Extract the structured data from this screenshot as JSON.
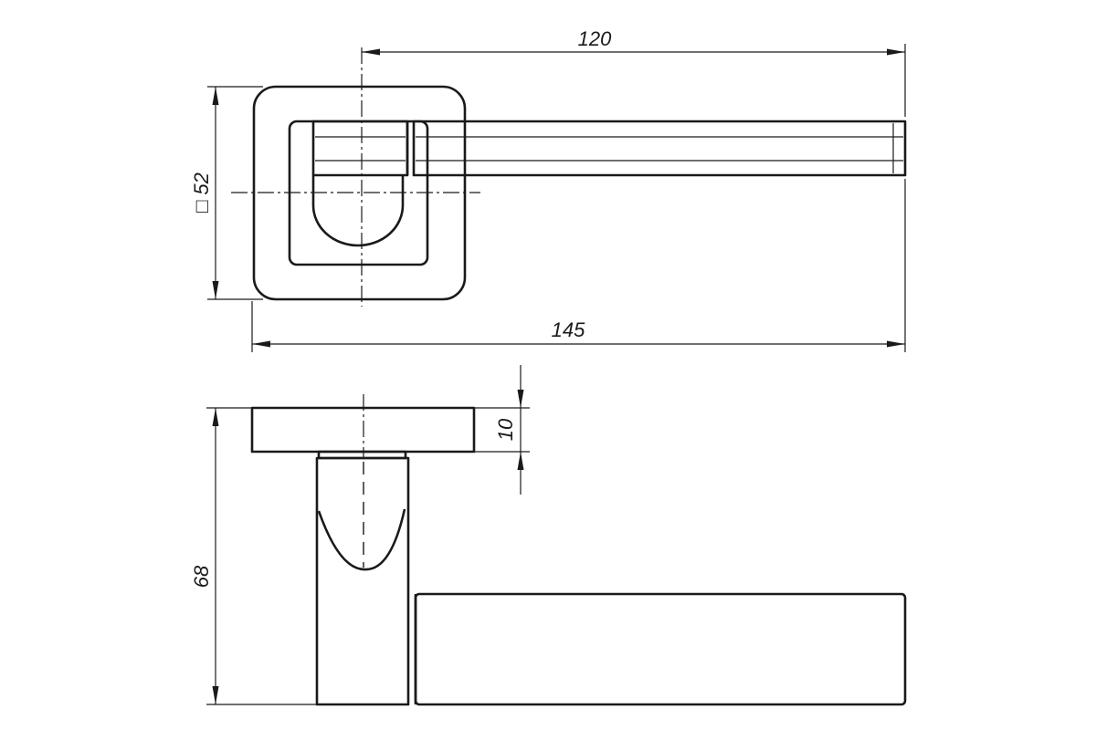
{
  "dimensions": {
    "top_length": "120",
    "overall_length": "145",
    "rose_size": "52",
    "rose_size_symbol": "□",
    "rose_thickness": "10",
    "total_height": "68"
  }
}
